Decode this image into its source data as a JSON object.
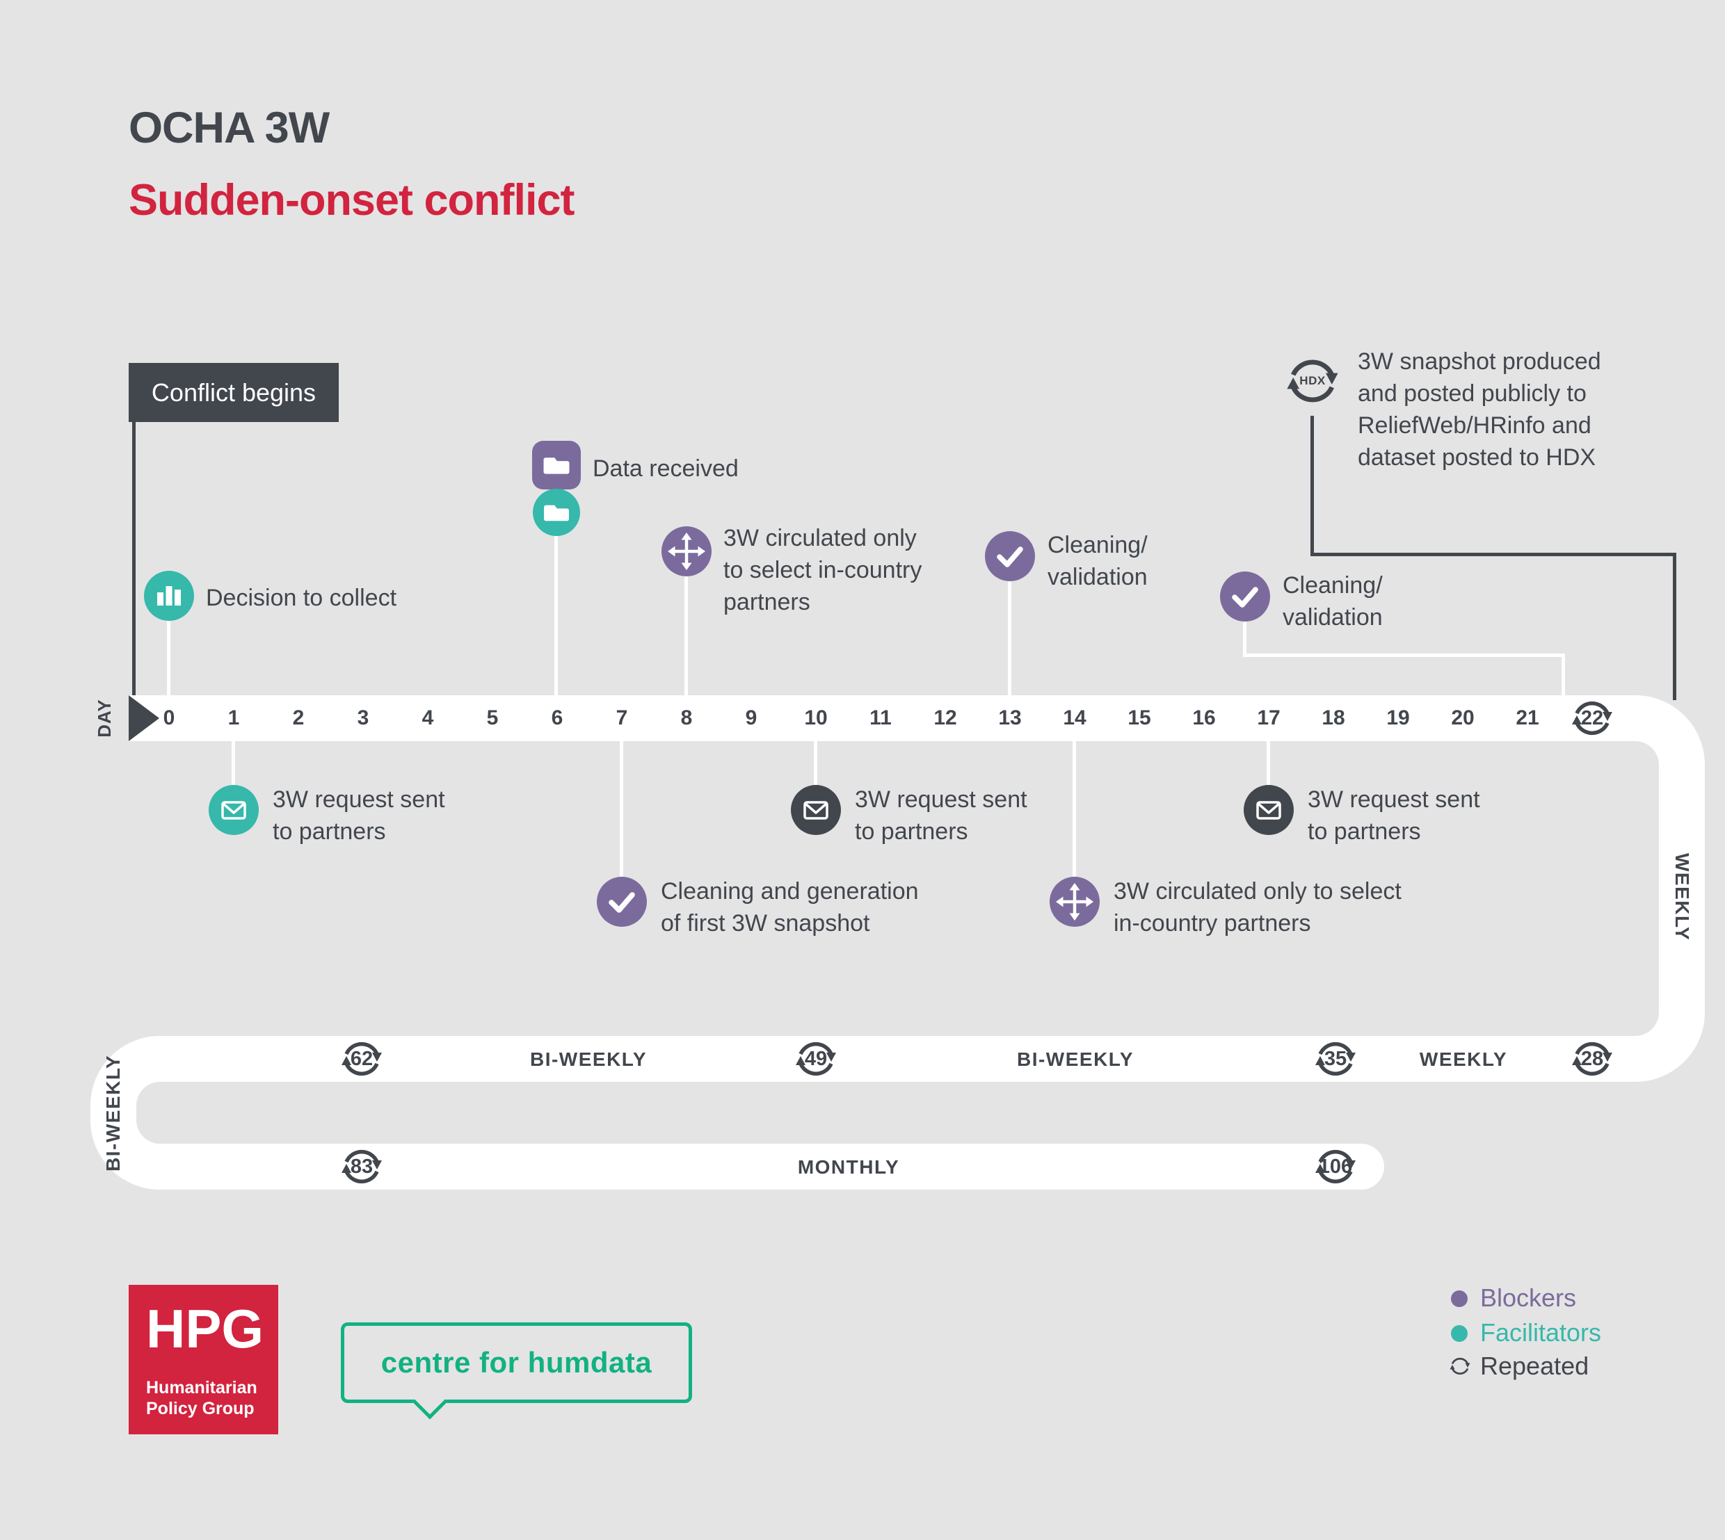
{
  "colors": {
    "background": "#e4e4e4",
    "dark": "#42464d",
    "blockers_purple": "#7b6b9d",
    "facilitators_teal": "#36b8ab",
    "hpg_red": "#d2233f",
    "humdata_green": "#12b182"
  },
  "title": {
    "line1": "OCHA 3W",
    "line2": "Sudden-onset conflict"
  },
  "timeline": {
    "axis_label": "DAY",
    "start_label": "Conflict begins",
    "days": [
      "0",
      "1",
      "2",
      "3",
      "4",
      "5",
      "6",
      "7",
      "8",
      "9",
      "10",
      "11",
      "12",
      "13",
      "14",
      "15",
      "16",
      "17",
      "18",
      "19",
      "20",
      "21",
      "22"
    ]
  },
  "events_above": [
    {
      "label": "Decision to collect"
    },
    {
      "label": "Data received"
    },
    {
      "label": "3W circulated only to select in-country partners"
    },
    {
      "label": "Cleaning/ validation"
    },
    {
      "label": "Cleaning/ validation"
    },
    {
      "label": "3W snapshot produced and posted publicly to ReliefWeb/HRinfo and dataset posted to HDX",
      "badge": "HDX"
    }
  ],
  "events_below": [
    {
      "label": "3W request sent to partners"
    },
    {
      "label": "Cleaning and generation of first 3W snapshot"
    },
    {
      "label": "3W request sent to partners"
    },
    {
      "label": "3W circulated only to select in-country partners"
    },
    {
      "label": "3W request sent to partners"
    }
  ],
  "cycle": {
    "right_label": "WEEKLY",
    "left_label": "BI-WEEKLY",
    "row2_days": [
      "28",
      "35",
      "49",
      "62"
    ],
    "row2_segments": [
      "WEEKLY",
      "BI-WEEKLY",
      "BI-WEEKLY"
    ],
    "row3_days": [
      "83",
      "106"
    ],
    "row3_segment": "MONTHLY"
  },
  "legend": [
    {
      "label": "Blockers"
    },
    {
      "label": "Facilitators"
    },
    {
      "label": "Repeated"
    }
  ],
  "footer": {
    "hpg_acronym": "HPG",
    "hpg_name": "Humanitarian Policy Group",
    "humdata_label": "centre for humdata"
  }
}
